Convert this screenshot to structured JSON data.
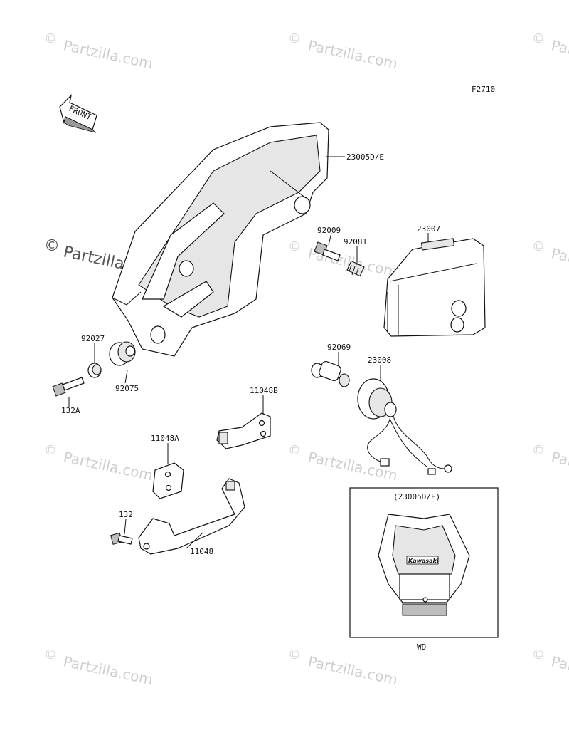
{
  "figure_code": "F2710",
  "front_label": "FRONT",
  "inset_title": "(23005D/E)",
  "inset_caption": "WD",
  "headlight_brand": "Kawasaki",
  "watermark": {
    "symbol": "©",
    "text": "Partzilla.com"
  },
  "parts": [
    {
      "id": "p-23005de",
      "number": "23005D/E"
    },
    {
      "id": "p-92009",
      "number": "92009"
    },
    {
      "id": "p-92081",
      "number": "92081"
    },
    {
      "id": "p-23007",
      "number": "23007"
    },
    {
      "id": "p-92027",
      "number": "92027"
    },
    {
      "id": "p-92075",
      "number": "92075"
    },
    {
      "id": "p-132a",
      "number": "132A"
    },
    {
      "id": "p-92069",
      "number": "92069"
    },
    {
      "id": "p-23008",
      "number": "23008"
    },
    {
      "id": "p-11048b",
      "number": "11048B"
    },
    {
      "id": "p-11048a",
      "number": "11048A"
    },
    {
      "id": "p-132",
      "number": "132"
    },
    {
      "id": "p-11048",
      "number": "11048"
    }
  ],
  "colors": {
    "line": "#111111",
    "watermark": "#cfcfcf",
    "background": "#ffffff"
  }
}
